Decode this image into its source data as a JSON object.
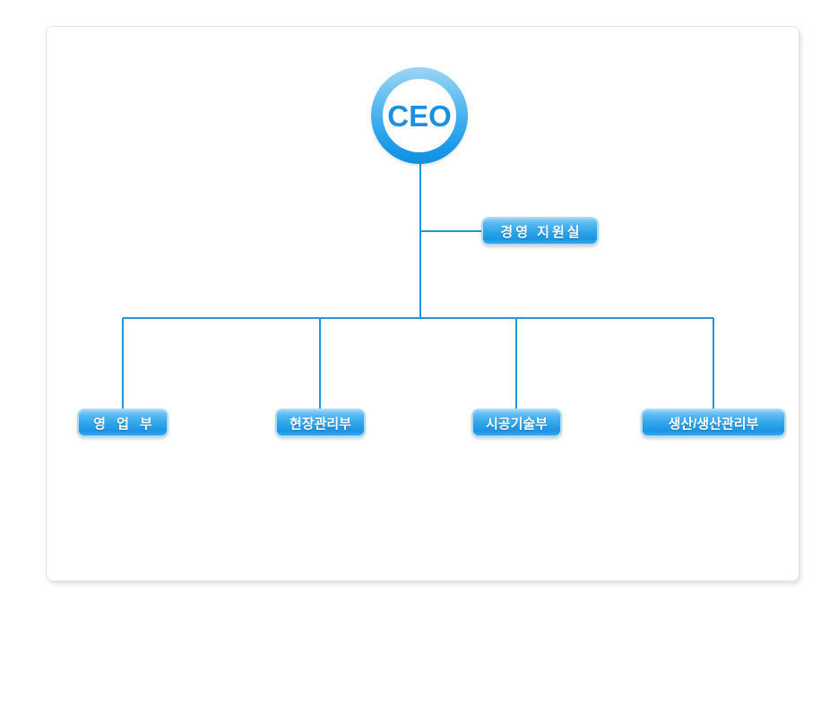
{
  "chart_type": "org-chart",
  "colors": {
    "line": "#2196d8",
    "box_fill_top": "#8ed2f7",
    "box_fill_bottom": "#1d94e2",
    "box_border": "#a8dcf8",
    "box_text": "#ffffff",
    "ceo_text": "#1d8fe0",
    "panel_border": "#e2e2e2",
    "background": "#ffffff"
  },
  "root": {
    "label": "CEO",
    "shape": "circle"
  },
  "staff": {
    "label": "경영 지원실",
    "shape": "rounded-box"
  },
  "departments": [
    {
      "label": "영 업 부",
      "shape": "rounded-box"
    },
    {
      "label": "현장관리부",
      "shape": "rounded-box"
    },
    {
      "label": "시공기술부",
      "shape": "rounded-box"
    },
    {
      "label": "생산/생산관리부",
      "shape": "rounded-box"
    }
  ]
}
